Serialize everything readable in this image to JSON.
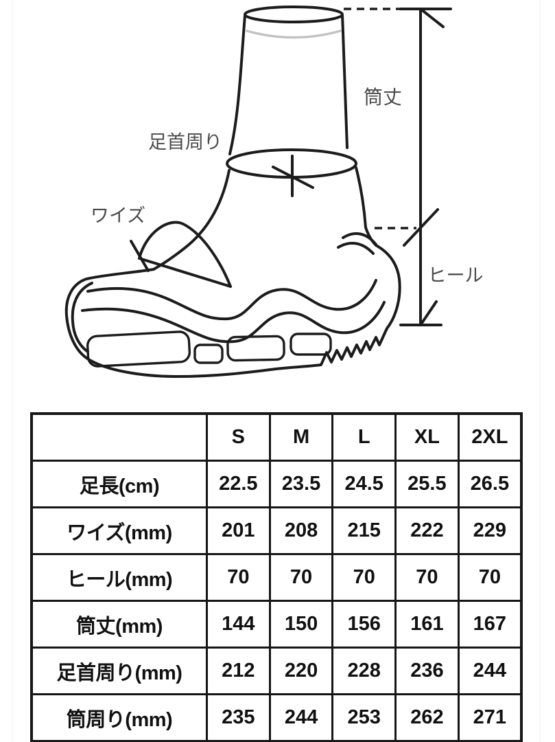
{
  "diagram": {
    "labels": {
      "tube_height": "筒丈",
      "ankle_girth": "足首周り",
      "width": "ワイズ",
      "heel": "ヒール"
    }
  },
  "size_table": {
    "corner": "",
    "columns": [
      "S",
      "M",
      "L",
      "XL",
      "2XL"
    ],
    "rows": [
      {
        "label": "足長(cm)",
        "values": [
          "22.5",
          "23.5",
          "24.5",
          "25.5",
          "26.5"
        ]
      },
      {
        "label": "ワイズ(mm)",
        "values": [
          "201",
          "208",
          "215",
          "222",
          "229"
        ]
      },
      {
        "label": "ヒール(mm)",
        "values": [
          "70",
          "70",
          "70",
          "70",
          "70"
        ]
      },
      {
        "label": "筒丈(mm)",
        "values": [
          "144",
          "150",
          "156",
          "161",
          "167"
        ]
      },
      {
        "label": "足首周り(mm)",
        "values": [
          "212",
          "220",
          "228",
          "236",
          "244"
        ]
      },
      {
        "label": "筒周り(mm)",
        "values": [
          "235",
          "244",
          "253",
          "262",
          "271"
        ]
      }
    ]
  },
  "colors": {
    "line": "#1c1c1c",
    "label_text": "#4b4b4b",
    "table_text": "#111111",
    "background": "#ffffff"
  }
}
